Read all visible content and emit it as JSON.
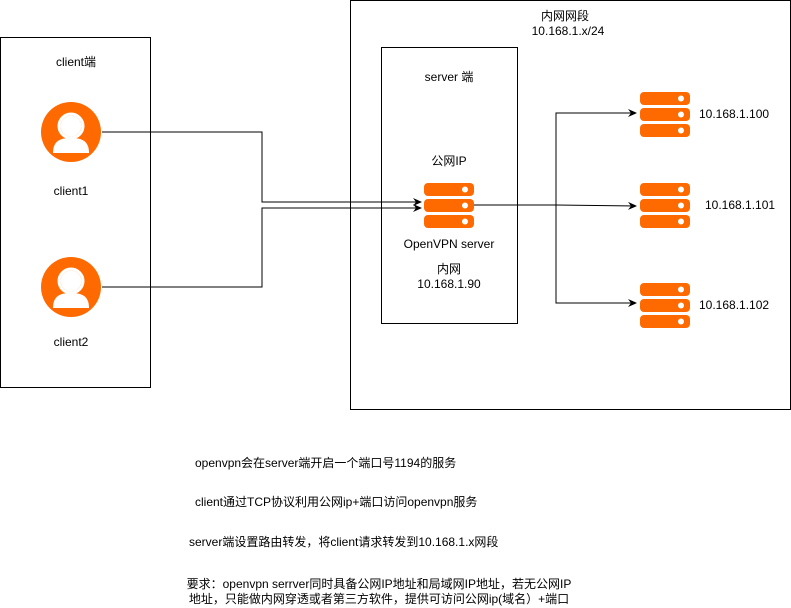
{
  "colors": {
    "accent": "#FF6A00",
    "stroke": "#000000",
    "background": "#FFFFFF"
  },
  "client_group": {
    "title": "client端",
    "clients": [
      {
        "name": "client1",
        "icon": "user-icon"
      },
      {
        "name": "client2",
        "icon": "user-icon"
      }
    ]
  },
  "lan_group": {
    "title": "内网网段",
    "subnet": "10.168.1.x/24"
  },
  "server_group": {
    "title": "server 端",
    "public_ip_label": "公网IP",
    "server_name": "OpenVPN server",
    "lan_label": "内网",
    "lan_ip": "10.168.1.90",
    "icon": "server-icon"
  },
  "lan_hosts": [
    {
      "ip": "10.168.1.100",
      "icon": "server-icon"
    },
    {
      "ip": "10.168.1.101",
      "icon": "server-icon"
    },
    {
      "ip": "10.168.1.102",
      "icon": "server-icon"
    }
  ],
  "notes": [
    "openvpn会在server端开启一个端口号1194的服务",
    "client通过TCP协议利用公网ip+端口访问openvpn服务",
    "server端设置路由转发，将client请求转发到10.168.1.x网段"
  ],
  "requirement": {
    "line1": "要求：openvpn serrver同时具备公网IP地址和局域网IP地址，若无公网IP",
    "line2": "地址，只能做内网穿透或者第三方软件，提供可访问公网ip(域名）+端口"
  }
}
